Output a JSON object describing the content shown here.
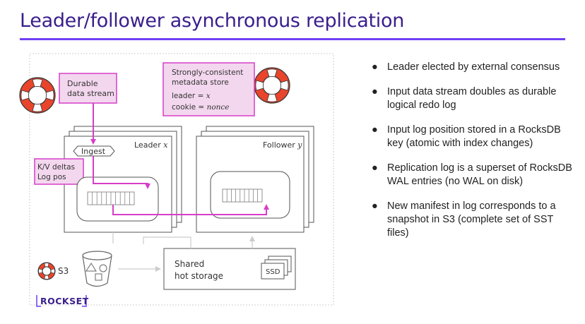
{
  "title": "Leader/follower asynchronous replication",
  "diagram": {
    "durable_stream_label_1": "Durable",
    "durable_stream_label_2": "data stream",
    "metadata_title_1": "Strongly-consistent",
    "metadata_title_2": "metadata store",
    "metadata_leader": "leader = ",
    "metadata_leader_val": "x",
    "metadata_cookie": "cookie = ",
    "metadata_cookie_val": "nonce",
    "ingest_label": "Ingest",
    "leader_label": "Leader ",
    "leader_var": "x",
    "follower_label": "Follower ",
    "follower_var": "y",
    "kv_label_1": "K/V deltas",
    "kv_label_2": "Log pos",
    "s3_label": "S3",
    "shared_label_1": "Shared",
    "shared_label_2": "hot storage",
    "ssd_label": "SSD"
  },
  "bullets": [
    "Leader elected by external consensus",
    "Input data stream doubles as durable logical redo log",
    "Input log position stored in a RocksDB key (atomic with index changes)",
    "Replication log is a superset of RocksDB WAL entries (no WAL on disk)",
    "New manifest in log corresponds to a snapshot in S3 (complete set of SST files)"
  ],
  "logo": "ROCKSET",
  "colors": {
    "title": "#3a1e8c",
    "accent": "#6f3ff5",
    "magenta": "#d63ec8",
    "pink_fill": "#f3d7ee",
    "lifebuoy_red": "#e8452c"
  }
}
